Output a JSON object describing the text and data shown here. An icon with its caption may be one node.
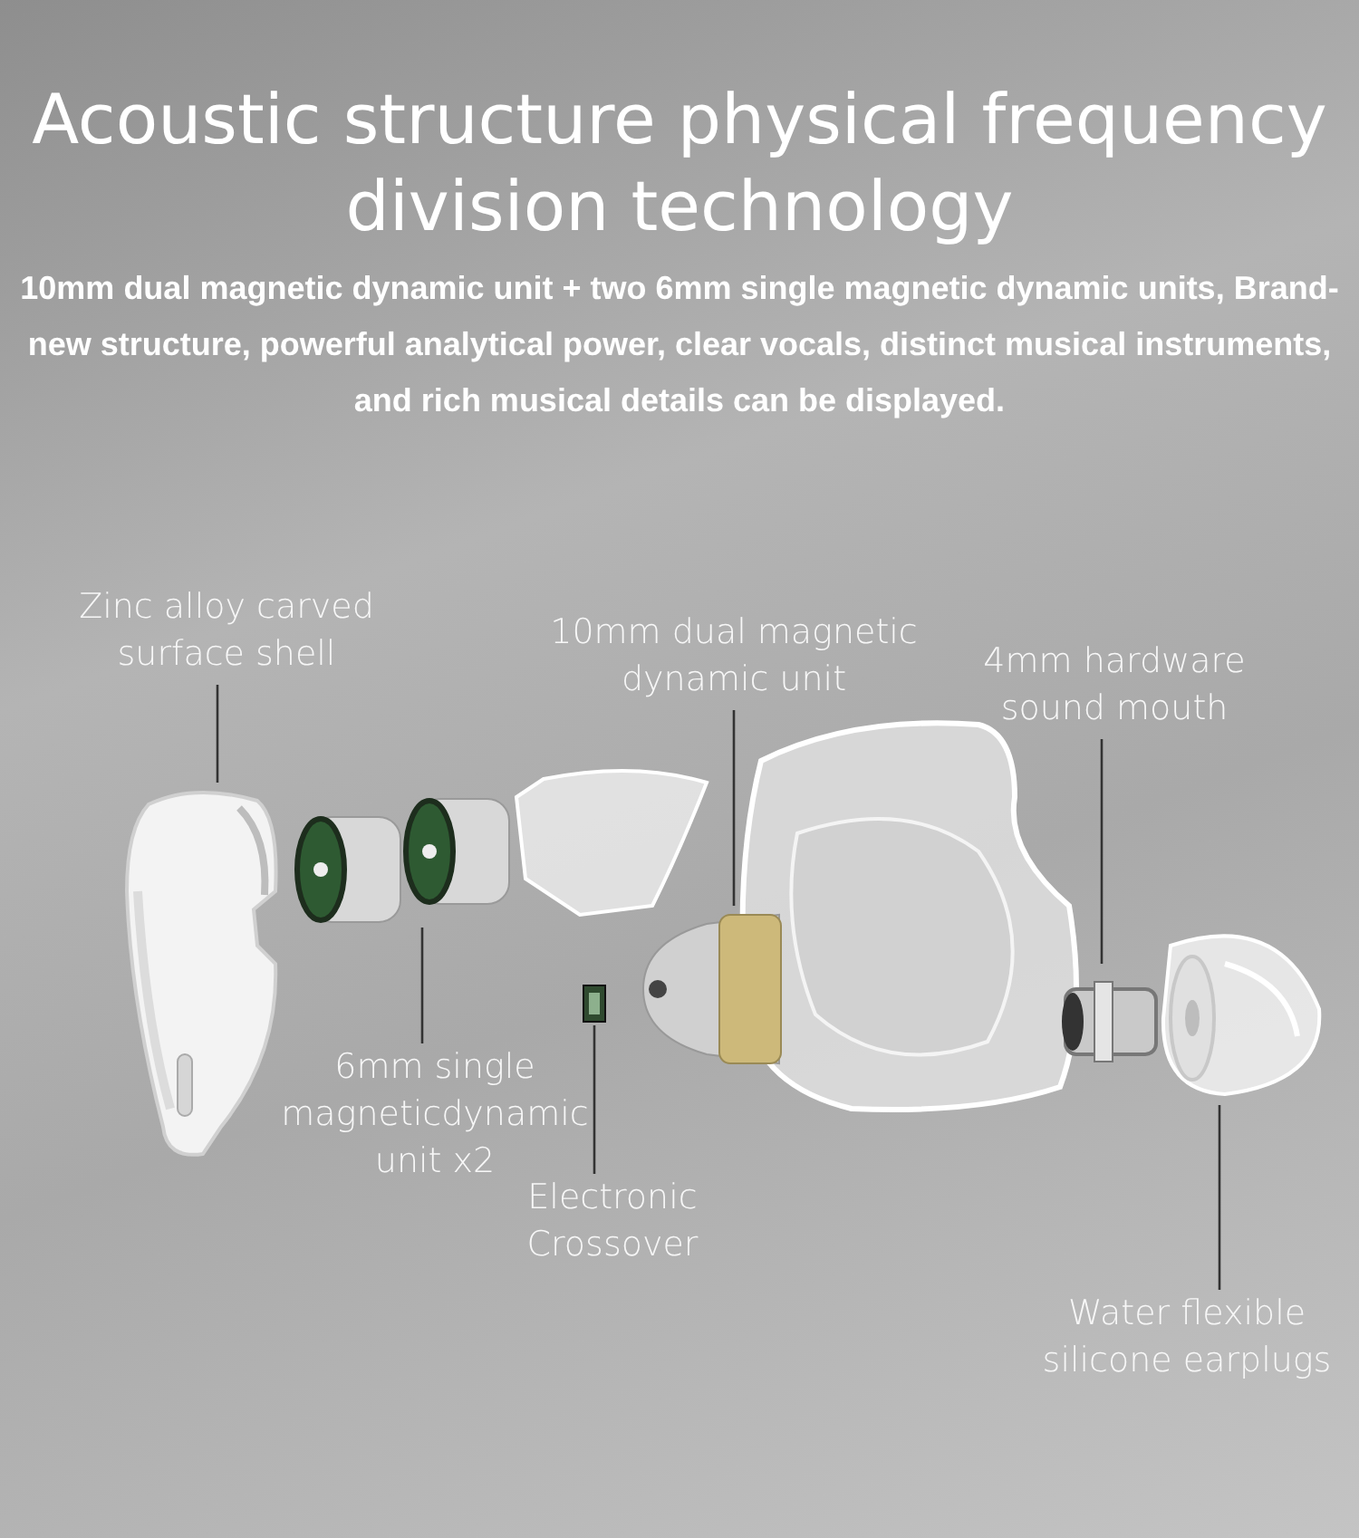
{
  "diagram": {
    "title": "Acoustic structure physical frequency division technology",
    "labels": [
      "10mm dual magnetic dynamic unit + two 6mm single magnetic dynamic units, Brand-new structure, powerful analytical power, clear vocals, distinct musical instruments, and rich musical details can be displayed."
    ],
    "nodes": [
      {
        "text": [
          "Zinc alloy carved surface shell"
        ]
      },
      {
        "text": [
          "10mm dual magnetic dynamic unit"
        ]
      },
      {
        "text": [
          "4mm hardware sound mouth"
        ]
      },
      {
        "text": [],
        "shape": "picture"
      },
      {
        "text": [],
        "shape": "picture"
      },
      {
        "text": [],
        "shape": "picture"
      },
      {
        "text": [],
        "shape": "picture"
      },
      {
        "text": [],
        "shape": "picture"
      },
      {
        "text": [],
        "shape": "picture"
      },
      {
        "text": [
          "6mm single magneticdynamic unit x2"
        ]
      },
      {
        "text": [
          "Electronic Crossover"
        ]
      },
      {
        "text": [
          "Water flexible silicone earplugs"
        ]
      }
    ],
    "edges": [
      {
        "from": 0,
        "to": 3,
        "arrow": "none"
      },
      {
        "from": 1,
        "to": 6,
        "arrow": "none"
      },
      {
        "from": 2,
        "to": 7,
        "arrow": "none"
      },
      {
        "from": 9,
        "to": 4,
        "arrow": "none"
      },
      {
        "from": 10,
        "to": 5,
        "arrow": "none"
      },
      {
        "from": 11,
        "to": 8,
        "arrow": "none"
      }
    ]
  }
}
